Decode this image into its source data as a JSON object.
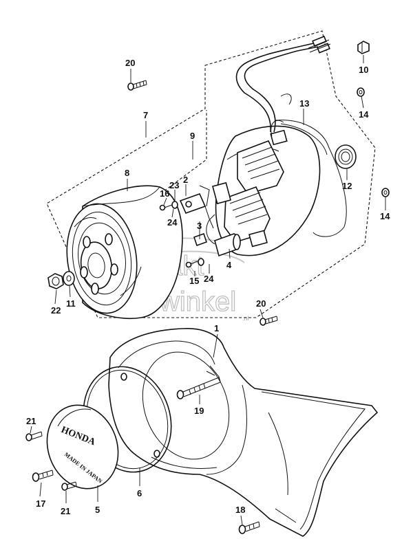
{
  "diagram": {
    "callouts": [
      {
        "id": "1",
        "label": "1"
      },
      {
        "id": "2",
        "label": "2"
      },
      {
        "id": "3",
        "label": "3"
      },
      {
        "id": "4",
        "label": "4"
      },
      {
        "id": "5",
        "label": "5"
      },
      {
        "id": "6",
        "label": "6"
      },
      {
        "id": "7",
        "label": "7"
      },
      {
        "id": "8",
        "label": "8"
      },
      {
        "id": "9",
        "label": "9"
      },
      {
        "id": "10",
        "label": "10"
      },
      {
        "id": "11",
        "label": "11"
      },
      {
        "id": "12",
        "label": "12"
      },
      {
        "id": "13",
        "label": "13"
      },
      {
        "id": "14a",
        "label": "14"
      },
      {
        "id": "14b",
        "label": "14"
      },
      {
        "id": "15",
        "label": "15"
      },
      {
        "id": "16",
        "label": "16"
      },
      {
        "id": "17",
        "label": "17"
      },
      {
        "id": "18",
        "label": "18"
      },
      {
        "id": "19",
        "label": "19"
      },
      {
        "id": "20a",
        "label": "20"
      },
      {
        "id": "20b",
        "label": "20"
      },
      {
        "id": "21a",
        "label": "21"
      },
      {
        "id": "21b",
        "label": "21"
      },
      {
        "id": "22",
        "label": "22"
      },
      {
        "id": "23",
        "label": "23"
      },
      {
        "id": "24a",
        "label": "24"
      },
      {
        "id": "24b",
        "label": "24"
      }
    ],
    "cover_emblem": {
      "brand": "HONDA",
      "origin": "MADE IN JAPAN"
    },
    "watermark": {
      "digit": "4",
      "word1": "takt",
      "word2": "winkel",
      "suffix": ".nl"
    }
  }
}
